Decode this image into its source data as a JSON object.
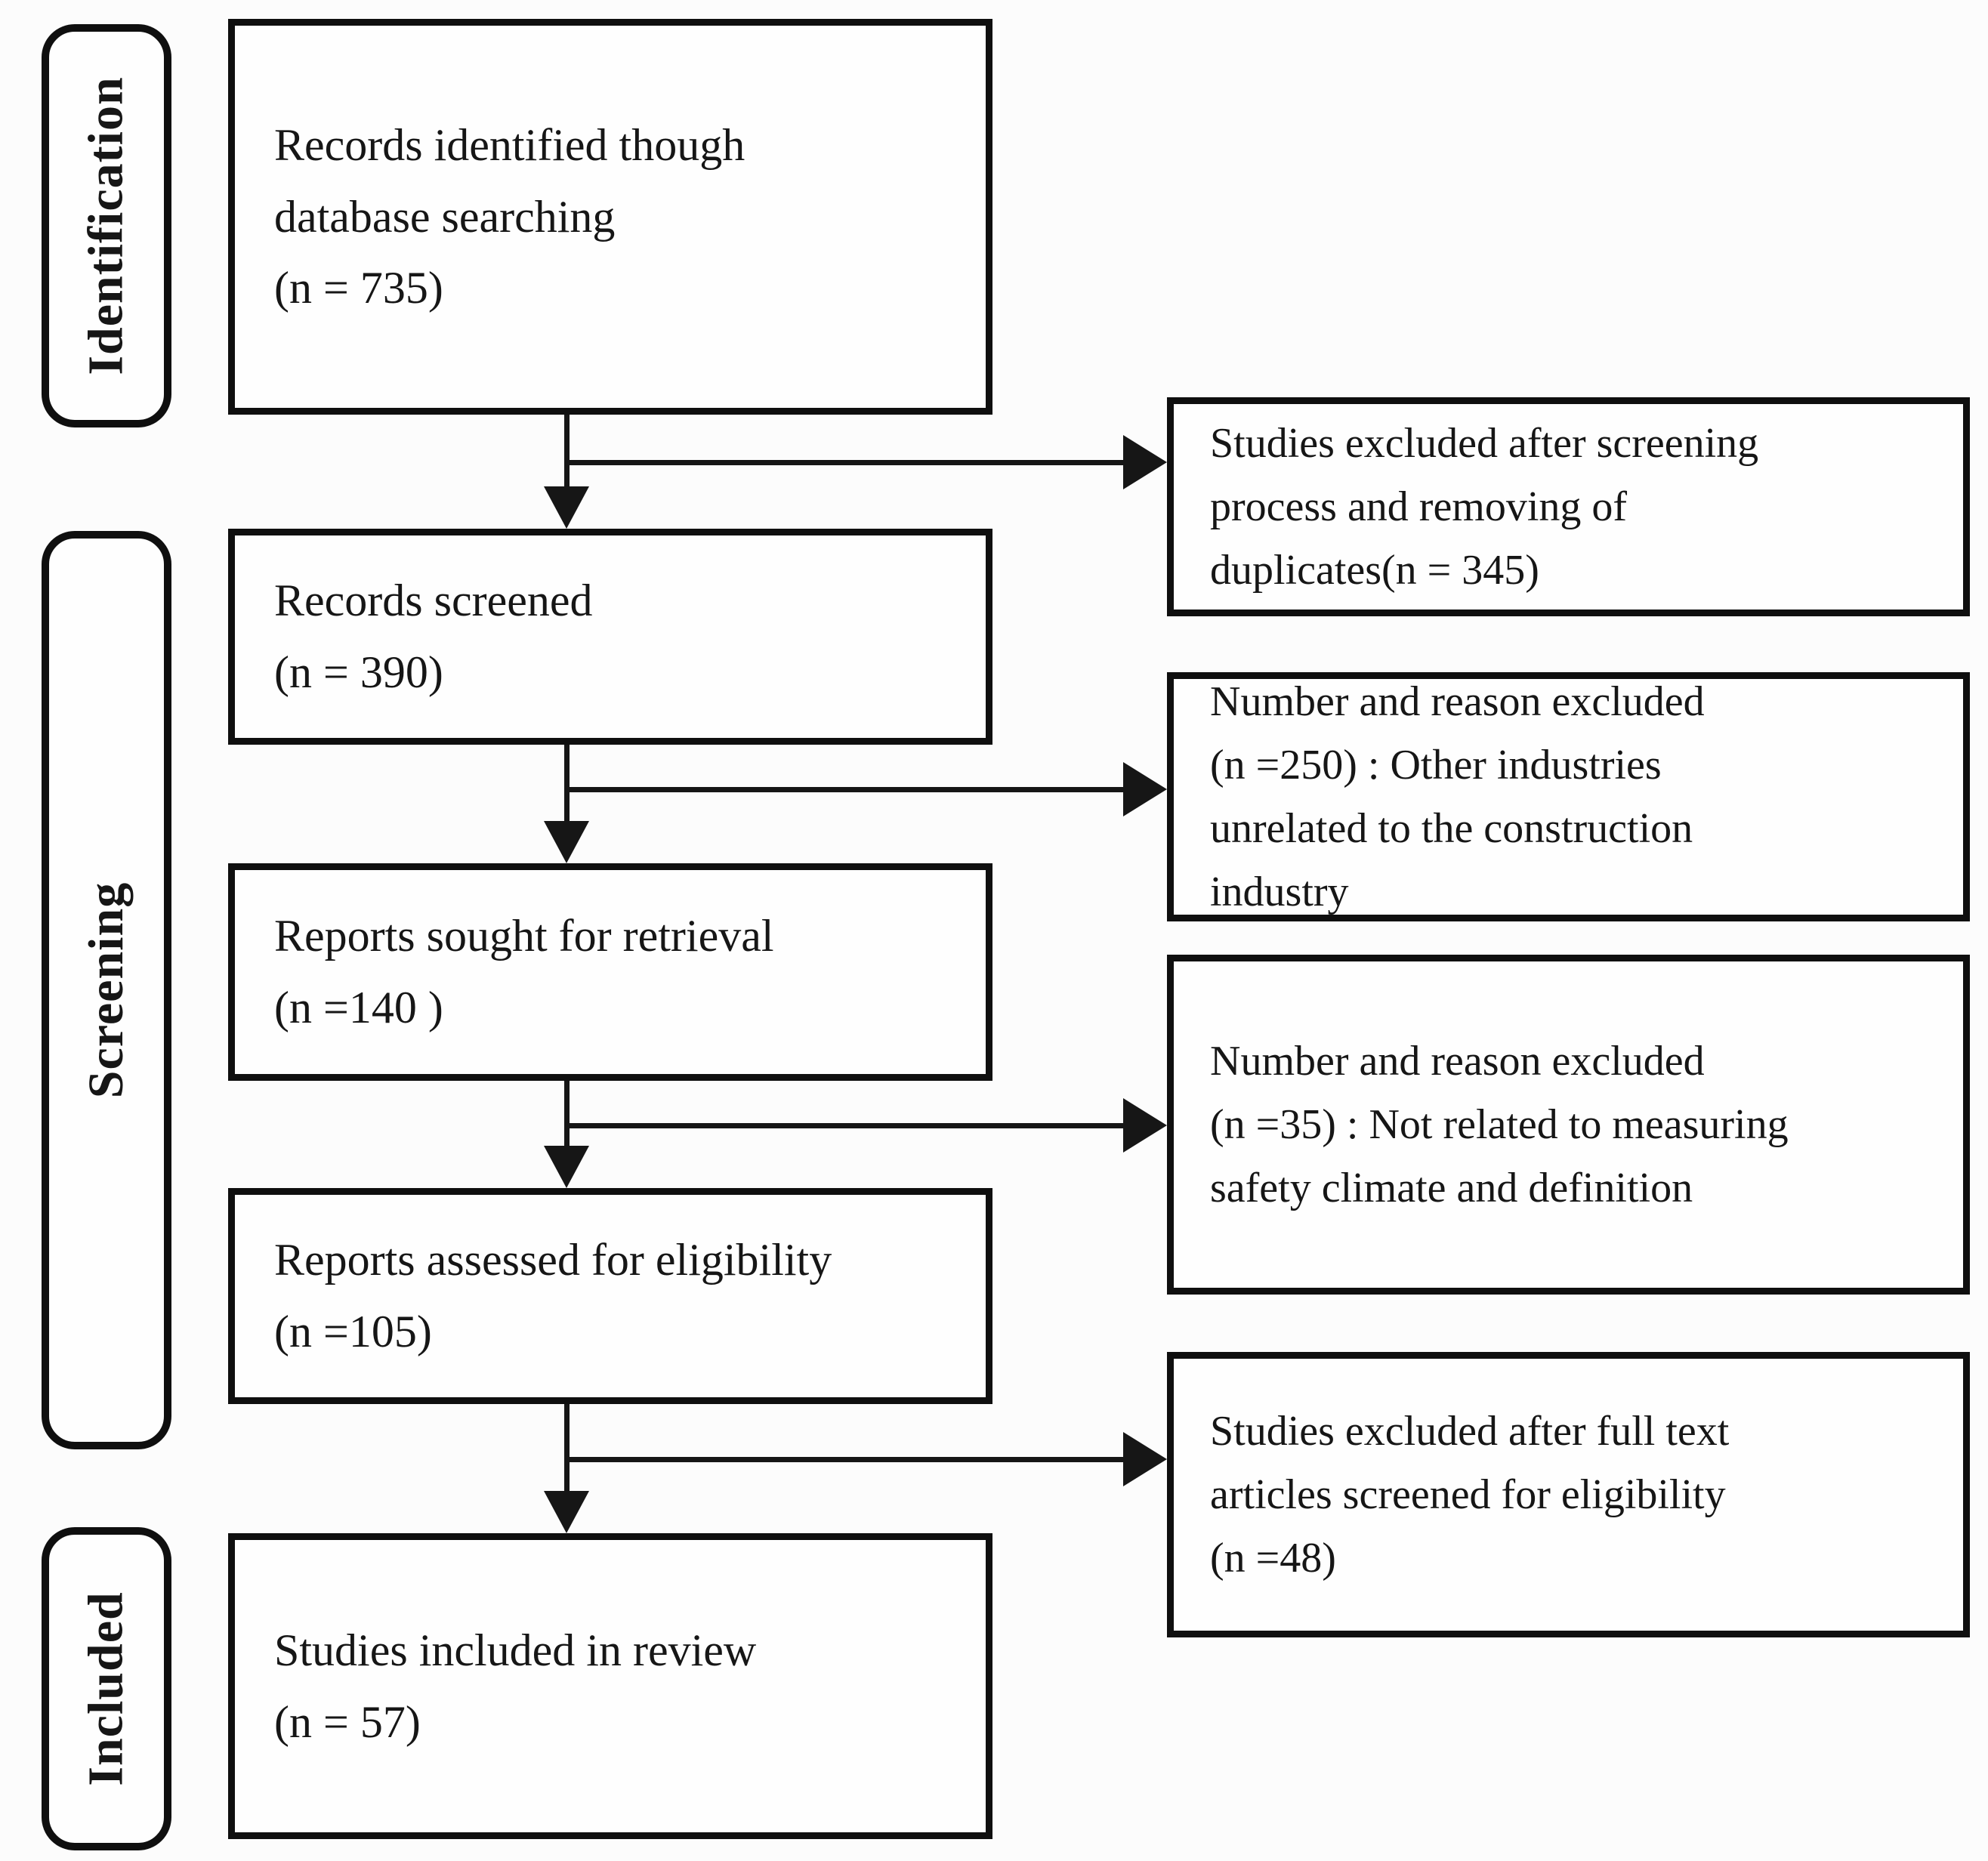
{
  "figure": {
    "colors": {
      "ink": "#161616",
      "background": "#fcfcfc"
    },
    "stage_labels": {
      "identification": "Identification",
      "screening": "Screening",
      "included": "Included"
    },
    "flow_boxes": {
      "records_identified": "Records identified though\ndatabase searching\n(n = 735)",
      "records_screened": "Records screened\n(n = 390)",
      "reports_sought": "Reports sought for retrieval\n(n =140 )",
      "reports_assessed": "Reports assessed for eligibility\n(n =105)",
      "studies_included": "Studies included in review\n(n = 57)"
    },
    "exclusion_boxes": {
      "after_screening": "Studies excluded after screening\nprocess and removing of\nduplicates(n = 345)",
      "other_industries": "Number and reason excluded\n(n =250) : Other industries\nunrelated to the construction\nindustry",
      "not_related": "Number and reason excluded\n(n =35) : Not related to measuring\nsafety climate and definition",
      "fulltext": "Studies excluded after full text\narticles screened for eligibility\n(n =48)"
    }
  }
}
